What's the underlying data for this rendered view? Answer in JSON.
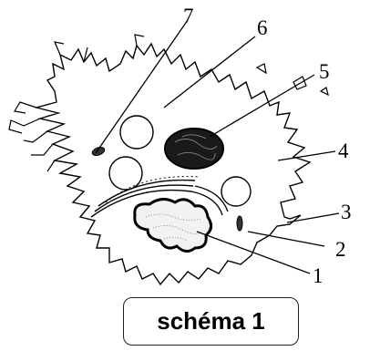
{
  "caption": "schéma 1",
  "labels": [
    "1",
    "2",
    "3",
    "4",
    "5",
    "6",
    "7"
  ]
}
